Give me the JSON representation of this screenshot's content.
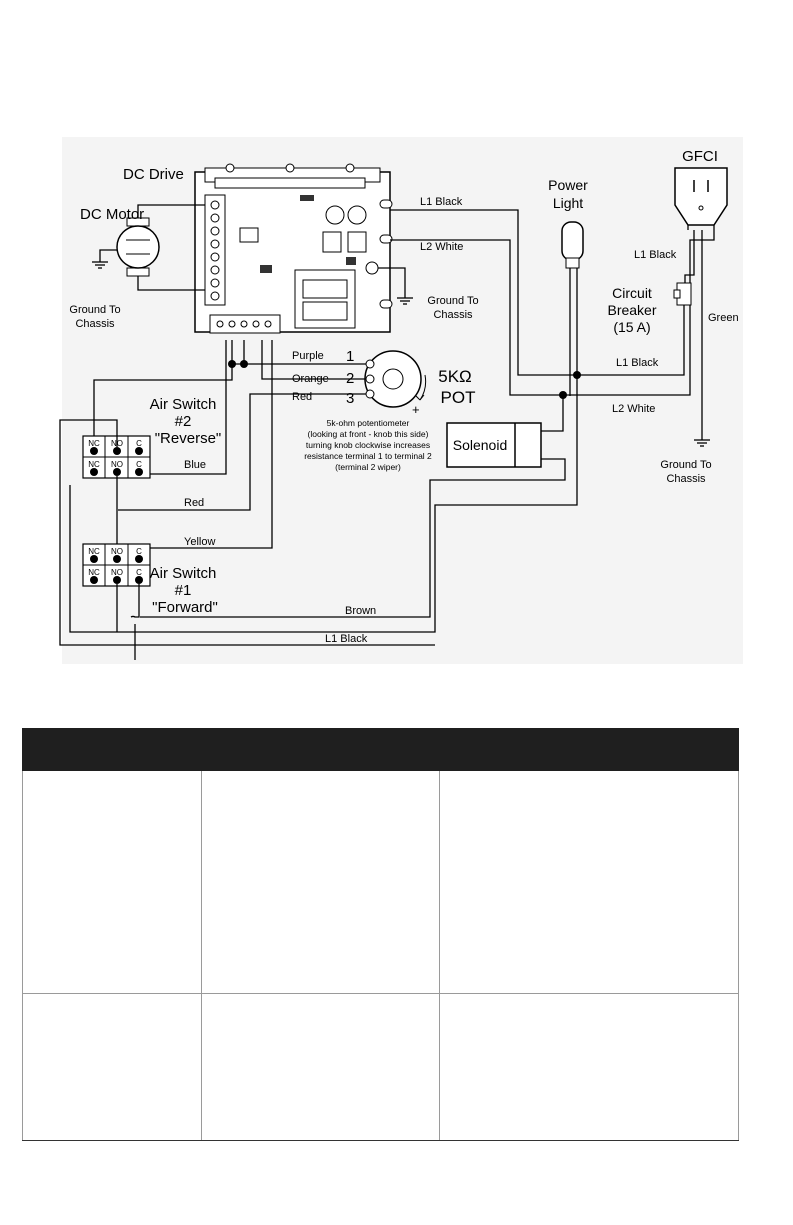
{
  "diagram": {
    "drive_label": "DC Drive",
    "motor_label": "DC Motor",
    "ground_motor": [
      "Ground To",
      "Chassis"
    ],
    "ground_drive": [
      "Ground To",
      "Chassis"
    ],
    "ground_gfci": [
      "Ground To",
      "Chassis"
    ],
    "gfci_label": "GFCI",
    "power_light": [
      "Power",
      "Light"
    ],
    "breaker": [
      "Circuit",
      "Breaker",
      "(15 A)"
    ],
    "solenoid": "Solenoid",
    "pot_label": [
      "5KΩ",
      "POT"
    ],
    "pot_terminals": [
      "1",
      "2",
      "3"
    ],
    "pot_note": [
      "5k-ohm potentiometer",
      "(looking at front - knob this side)",
      "turning knob clockwise increases",
      "resistance terminal 1 to terminal 2",
      "(terminal 2 wiper)"
    ],
    "plus_sign": "+",
    "air_switch_2": [
      "Air Switch",
      "#2",
      "\"Reverse\""
    ],
    "air_switch_1": [
      "Air Switch",
      "#1",
      "\"Forward\""
    ],
    "contacts": [
      "NC",
      "NO",
      "C"
    ],
    "wires": {
      "l1_black_top": "L1  Black",
      "l2_white_top": "L2  White",
      "l1_black_gfci": "L1  Black",
      "green": "Green",
      "l1_black_mid": "L1  Black",
      "l2_white_mid": "L2  White",
      "purple": "Purple",
      "orange": "Orange",
      "red_pot": "Red",
      "blue": "Blue",
      "red": "Red",
      "yellow": "Yellow",
      "brown": "Brown",
      "l1_black_bottom": "L1  Black"
    }
  },
  "table": {
    "header": "",
    "rows": [
      [
        "",
        "",
        ""
      ],
      [
        "",
        "",
        ""
      ]
    ]
  }
}
